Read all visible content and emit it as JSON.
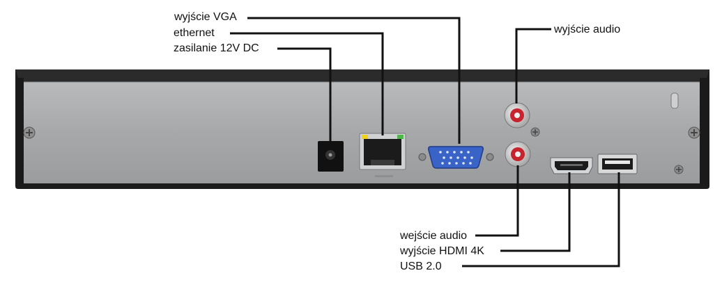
{
  "labels": {
    "vga_out": "wyjście VGA",
    "ethernet": "ethernet",
    "power": "zasilanie 12V DC",
    "audio_out": "wyjście audio",
    "audio_in": "wejście audio",
    "hdmi_out": "wyjście HDMI 4K",
    "usb": "USB 2.0"
  },
  "colors": {
    "chassis": "#a9abad",
    "chassis_dark": "#1c1c1c",
    "vga_port": "#3a63c8",
    "rca_red": "#c8242e",
    "leader_line": "#111111"
  }
}
